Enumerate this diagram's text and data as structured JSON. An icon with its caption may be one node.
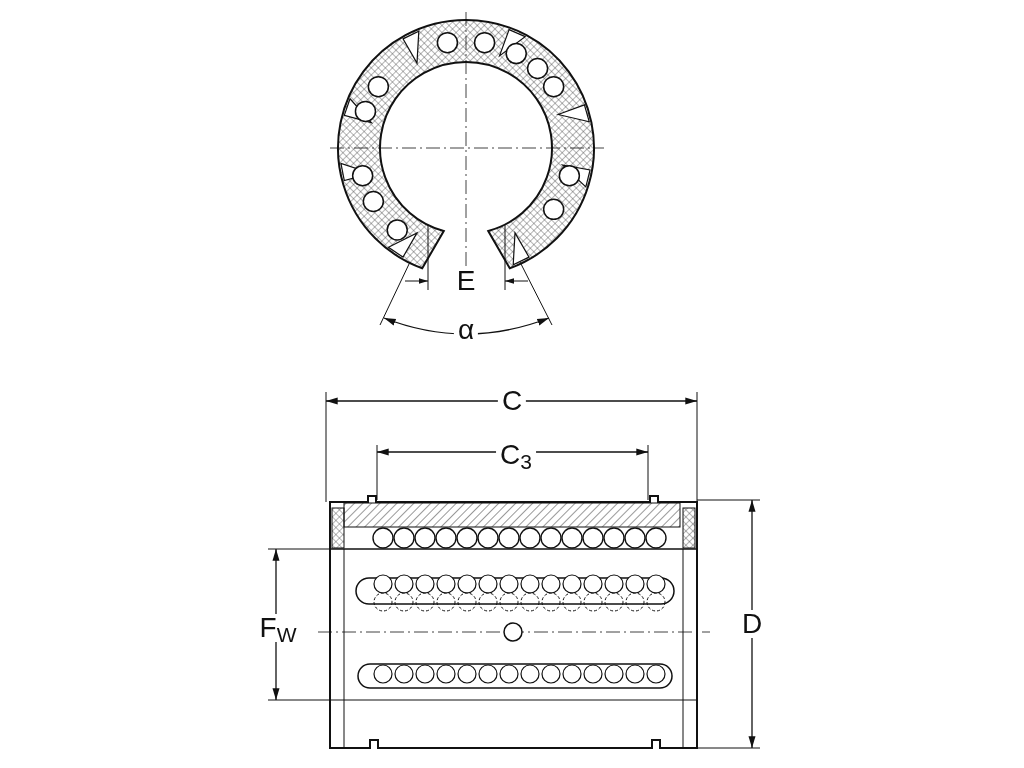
{
  "diagram": {
    "labels": [
      "E",
      "α",
      "C",
      "C$_{3}$",
      "F$_{W}$",
      "D"
    ]
  }
}
